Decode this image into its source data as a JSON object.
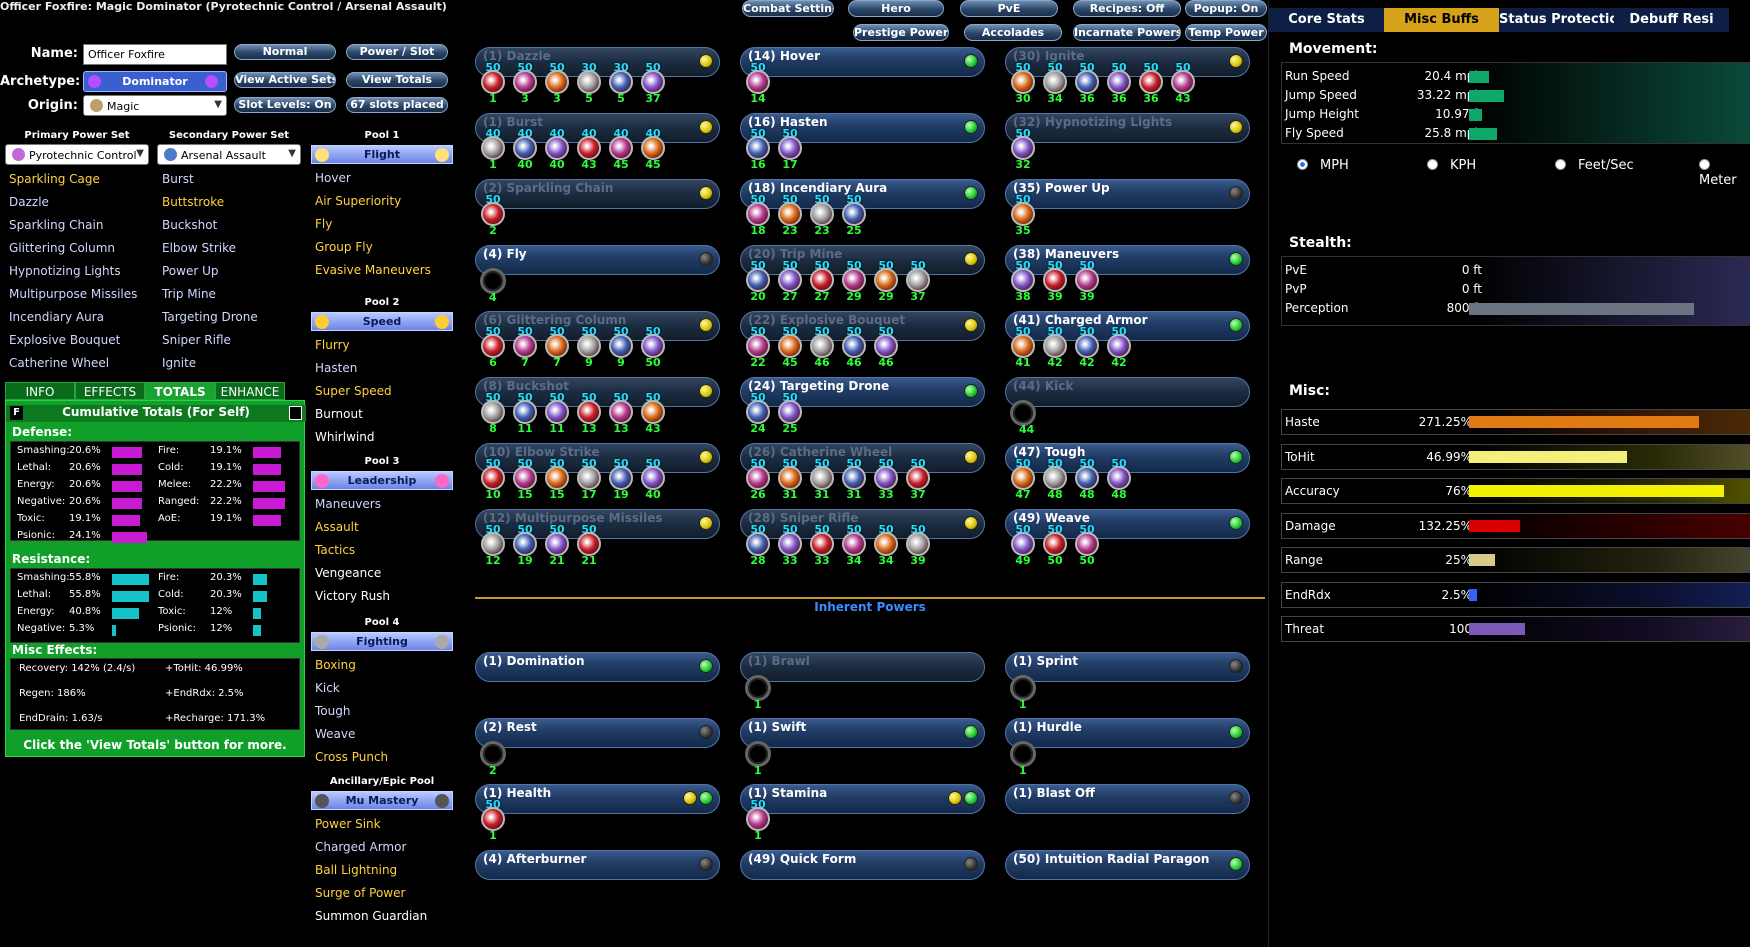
{
  "title": "Officer Foxfire: Magic Dominator (Pyrotechnic Control / Arsenal Assault)",
  "top_buttons": [
    "Combat Settings",
    "Hero",
    "PvE",
    "Recipes: Off",
    "Popup: On",
    "Prestige Powers",
    "Accolades",
    "Incarnate Powers",
    "Temp Power"
  ],
  "left_buttons": [
    "Normal",
    "Power / Slot",
    "View Active Sets",
    "View Totals",
    "Slot Levels: On",
    "67 slots placed"
  ],
  "labels": {
    "name": "Name:",
    "archetype": "Archetype:",
    "origin": "Origin:",
    "primary": "Primary Power Set",
    "secondary": "Secondary Power Set"
  },
  "name_value": "Officer Foxfire",
  "archetype_value": "Dominator",
  "origin_value": "Magic",
  "primary_value": "Pyrotechnic Control",
  "secondary_value": "Arsenal Assault",
  "primary_powers": [
    {
      "label": "Sparkling Cage",
      "picked": true
    },
    {
      "label": "Dazzle",
      "picked": false
    },
    {
      "label": "Sparkling Chain",
      "picked": false
    },
    {
      "label": "Glittering Column",
      "picked": false
    },
    {
      "label": "Hypnotizing Lights",
      "picked": false
    },
    {
      "label": "Multipurpose Missiles",
      "picked": false
    },
    {
      "label": "Incendiary Aura",
      "picked": false
    },
    {
      "label": "Explosive Bouquet",
      "picked": false
    },
    {
      "label": "Catherine Wheel",
      "picked": false
    }
  ],
  "secondary_powers": [
    {
      "label": "Burst",
      "picked": false
    },
    {
      "label": "Buttstroke",
      "picked": true
    },
    {
      "label": "Buckshot",
      "picked": false
    },
    {
      "label": "Elbow Strike",
      "picked": false
    },
    {
      "label": "Power Up",
      "picked": false
    },
    {
      "label": "Trip Mine",
      "picked": false
    },
    {
      "label": "Targeting Drone",
      "picked": false
    },
    {
      "label": "Sniper Rifle",
      "picked": false
    },
    {
      "label": "Ignite",
      "picked": false
    }
  ],
  "pools": [
    {
      "head": "Pool 1",
      "name": "Flight",
      "items": [
        {
          "label": "Hover",
          "c": "nopick"
        },
        {
          "label": "Air Superiority",
          "c": "pick"
        },
        {
          "label": "Fly",
          "c": "pick"
        },
        {
          "label": "Group Fly",
          "c": "pick"
        },
        {
          "label": "Evasive Maneuvers",
          "c": "pick"
        }
      ]
    },
    {
      "head": "Pool 2",
      "name": "Speed",
      "items": [
        {
          "label": "Flurry",
          "c": "pick"
        },
        {
          "label": "Hasten",
          "c": "nopick"
        },
        {
          "label": "Super Speed",
          "c": "pick"
        },
        {
          "label": "Burnout",
          "c": "nopick2"
        },
        {
          "label": "Whirlwind",
          "c": "nopick2"
        }
      ]
    },
    {
      "head": "Pool 3",
      "name": "Leadership",
      "items": [
        {
          "label": "Maneuvers",
          "c": "nopick"
        },
        {
          "label": "Assault",
          "c": "pick"
        },
        {
          "label": "Tactics",
          "c": "pick"
        },
        {
          "label": "Vengeance",
          "c": "nopick2"
        },
        {
          "label": "Victory Rush",
          "c": "nopick2"
        }
      ]
    },
    {
      "head": "Pool 4",
      "name": "Fighting",
      "items": [
        {
          "label": "Boxing",
          "c": "pick"
        },
        {
          "label": "Kick",
          "c": "nopick"
        },
        {
          "label": "Tough",
          "c": "nopick"
        },
        {
          "label": "Weave",
          "c": "nopick"
        },
        {
          "label": "Cross Punch",
          "c": "pick"
        }
      ]
    },
    {
      "head": "Ancillary/Epic Pool",
      "name": "Mu Mastery",
      "items": [
        {
          "label": "Power Sink",
          "c": "pick"
        },
        {
          "label": "Charged Armor",
          "c": "nopick"
        },
        {
          "label": "Ball Lightning",
          "c": "pick"
        },
        {
          "label": "Surge of Power",
          "c": "pick"
        },
        {
          "label": "Summon Guardian",
          "c": "nopick2"
        }
      ]
    }
  ],
  "tabs": [
    "INFO",
    "EFFECTS",
    "TOTALS",
    "ENHANCE"
  ],
  "totals": {
    "heading": "Cumulative Totals (For Self)",
    "f_button": "F",
    "defense_title": "Defense:",
    "defense": [
      {
        "l": "Smashing:",
        "v": "20.6%",
        "pct": 0.5
      },
      {
        "l": "Fire:",
        "v": "19.1%",
        "pct": 0.46
      },
      {
        "l": "Lethal:",
        "v": "20.6%",
        "pct": 0.5
      },
      {
        "l": "Cold:",
        "v": "19.1%",
        "pct": 0.46
      },
      {
        "l": "Energy:",
        "v": "20.6%",
        "pct": 0.5
      },
      {
        "l": "Melee:",
        "v": "22.2%",
        "pct": 0.53
      },
      {
        "l": "Negative:",
        "v": "20.6%",
        "pct": 0.5
      },
      {
        "l": "Ranged:",
        "v": "22.2%",
        "pct": 0.53
      },
      {
        "l": "Toxic:",
        "v": "19.1%",
        "pct": 0.46
      },
      {
        "l": "AoE:",
        "v": "19.1%",
        "pct": 0.46
      },
      {
        "l": "Psionic:",
        "v": "24.1%",
        "pct": 0.58
      }
    ],
    "resist_title": "Resistance:",
    "resist": [
      {
        "l": "Smashing:",
        "v": "55.8%",
        "pct": 0.62
      },
      {
        "l": "Fire:",
        "v": "20.3%",
        "pct": 0.23
      },
      {
        "l": "Lethal:",
        "v": "55.8%",
        "pct": 0.62
      },
      {
        "l": "Cold:",
        "v": "20.3%",
        "pct": 0.23
      },
      {
        "l": "Energy:",
        "v": "40.8%",
        "pct": 0.45
      },
      {
        "l": "Toxic:",
        "v": "12%",
        "pct": 0.13
      },
      {
        "l": "Negative:",
        "v": "5.3%",
        "pct": 0.06
      },
      {
        "l": "Psionic:",
        "v": "12%",
        "pct": 0.13
      }
    ],
    "misc_title": "Misc Effects:",
    "misc": [
      "Recovery: 142% (2.4/s)",
      "+ToHit: 46.99%",
      "Regen: 186%",
      "+EndRdx: 2.5%",
      "EndDrain: 1.63/s",
      "+Recharge: 171.3%"
    ],
    "footer": "Click the 'View Totals' button for more."
  },
  "slots": [
    {
      "name": "(1) Dazzle",
      "dim": true,
      "lamp": "y",
      "enh": [
        [
          "50",
          "1"
        ],
        [
          "50",
          "3"
        ],
        [
          "50",
          "3"
        ],
        [
          "30",
          "5"
        ],
        [
          "30",
          "5"
        ],
        [
          "50",
          "37"
        ]
      ]
    },
    {
      "name": "(14) Hover",
      "dim": false,
      "lamp": "g",
      "enh": [
        [
          "50",
          "14"
        ]
      ]
    },
    {
      "name": "(30) Ignite",
      "dim": true,
      "lamp": "y",
      "enh": [
        [
          "50",
          "30"
        ],
        [
          "50",
          "34"
        ],
        [
          "50",
          "36"
        ],
        [
          "50",
          "36"
        ],
        [
          "50",
          "36"
        ],
        [
          "50",
          "43"
        ]
      ]
    },
    {
      "name": "(1) Burst",
      "dim": true,
      "lamp": "y",
      "enh": [
        [
          "40",
          "1"
        ],
        [
          "40",
          "40"
        ],
        [
          "40",
          "40"
        ],
        [
          "40",
          "43"
        ],
        [
          "40",
          "45"
        ],
        [
          "40",
          "45"
        ]
      ]
    },
    {
      "name": "(16) Hasten",
      "dim": false,
      "lamp": "g",
      "enh": [
        [
          "50",
          "16"
        ],
        [
          "50",
          "17"
        ]
      ]
    },
    {
      "name": "(32) Hypnotizing Lights",
      "dim": true,
      "lamp": "y",
      "enh": [
        [
          "50",
          "32"
        ]
      ]
    },
    {
      "name": "(2) Sparkling Chain",
      "dim": true,
      "lamp": "y",
      "enh": [
        [
          "50",
          "2"
        ]
      ]
    },
    {
      "name": "(18) Incendiary Aura",
      "dim": false,
      "lamp": "g",
      "enh": [
        [
          "50",
          "18"
        ],
        [
          "50",
          "23"
        ],
        [
          "50",
          "23"
        ],
        [
          "50",
          "25"
        ]
      ]
    },
    {
      "name": "(35) Power Up",
      "dim": false,
      "lamp": "k",
      "enh": [
        [
          "50",
          "35"
        ]
      ]
    },
    {
      "name": "(4) Fly",
      "dim": false,
      "lamp": "k",
      "enh": [
        [
          "",
          "4"
        ]
      ]
    },
    {
      "name": "(20) Trip Mine",
      "dim": true,
      "lamp": "y",
      "enh": [
        [
          "50",
          "20"
        ],
        [
          "50",
          "27"
        ],
        [
          "50",
          "27"
        ],
        [
          "50",
          "29"
        ],
        [
          "50",
          "29"
        ],
        [
          "50",
          "37"
        ]
      ]
    },
    {
      "name": "(38) Maneuvers",
      "dim": false,
      "lamp": "g",
      "enh": [
        [
          "50",
          "38"
        ],
        [
          "50",
          "39"
        ],
        [
          "50",
          "39"
        ]
      ]
    },
    {
      "name": "(6) Glittering Column",
      "dim": true,
      "lamp": "y",
      "enh": [
        [
          "50",
          "6"
        ],
        [
          "50",
          "7"
        ],
        [
          "50",
          "7"
        ],
        [
          "50",
          "9"
        ],
        [
          "50",
          "9"
        ],
        [
          "50",
          "50"
        ]
      ]
    },
    {
      "name": "(22) Explosive Bouquet",
      "dim": true,
      "lamp": "y",
      "enh": [
        [
          "50",
          "22"
        ],
        [
          "50",
          "45"
        ],
        [
          "50",
          "46"
        ],
        [
          "50",
          "46"
        ],
        [
          "50",
          "46"
        ]
      ]
    },
    {
      "name": "(41) Charged Armor",
      "dim": false,
      "lamp": "g",
      "enh": [
        [
          "50",
          "41"
        ],
        [
          "50",
          "42"
        ],
        [
          "50",
          "42"
        ],
        [
          "50",
          "42"
        ]
      ]
    },
    {
      "name": "(8) Buckshot",
      "dim": true,
      "lamp": "y",
      "enh": [
        [
          "50",
          "8"
        ],
        [
          "50",
          "11"
        ],
        [
          "50",
          "11"
        ],
        [
          "50",
          "13"
        ],
        [
          "50",
          "13"
        ],
        [
          "50",
          "43"
        ]
      ]
    },
    {
      "name": "(24) Targeting Drone",
      "dim": false,
      "lamp": "g",
      "enh": [
        [
          "50",
          "24"
        ],
        [
          "50",
          "25"
        ]
      ]
    },
    {
      "name": "(44) Kick",
      "dim": true,
      "lamp": "",
      "enh": [
        [
          "",
          "44"
        ]
      ]
    },
    {
      "name": "(10) Elbow Strike",
      "dim": true,
      "lamp": "y",
      "enh": [
        [
          "50",
          "10"
        ],
        [
          "50",
          "15"
        ],
        [
          "50",
          "15"
        ],
        [
          "50",
          "17"
        ],
        [
          "50",
          "19"
        ],
        [
          "50",
          "40"
        ]
      ]
    },
    {
      "name": "(26) Catherine Wheel",
      "dim": true,
      "lamp": "y",
      "enh": [
        [
          "50",
          "26"
        ],
        [
          "50",
          "31"
        ],
        [
          "50",
          "31"
        ],
        [
          "50",
          "31"
        ],
        [
          "50",
          "33"
        ],
        [
          "50",
          "37"
        ]
      ]
    },
    {
      "name": "(47) Tough",
      "dim": false,
      "lamp": "g",
      "enh": [
        [
          "50",
          "47"
        ],
        [
          "50",
          "48"
        ],
        [
          "50",
          "48"
        ],
        [
          "50",
          "48"
        ]
      ]
    },
    {
      "name": "(12) Multipurpose Missiles",
      "dim": true,
      "lamp": "y",
      "enh": [
        [
          "50",
          "12"
        ],
        [
          "50",
          "19"
        ],
        [
          "50",
          "21"
        ],
        [
          "50",
          "21"
        ]
      ]
    },
    {
      "name": "(28) Sniper Rifle",
      "dim": true,
      "lamp": "y",
      "enh": [
        [
          "50",
          "28"
        ],
        [
          "50",
          "33"
        ],
        [
          "50",
          "33"
        ],
        [
          "50",
          "34"
        ],
        [
          "50",
          "34"
        ],
        [
          "50",
          "39"
        ]
      ]
    },
    {
      "name": "(49) Weave",
      "dim": false,
      "lamp": "g",
      "enh": [
        [
          "50",
          "49"
        ],
        [
          "50",
          "50"
        ],
        [
          "50",
          "50"
        ]
      ]
    }
  ],
  "inherent_title": "Inherent Powers",
  "inherent": [
    {
      "name": "(1) Domination",
      "dim": false,
      "lamps": [
        "g"
      ],
      "enh": []
    },
    {
      "name": "(1) Brawl",
      "dim": true,
      "lamps": [],
      "enh": [
        [
          "",
          "1"
        ]
      ]
    },
    {
      "name": "(1) Sprint",
      "dim": false,
      "lamps": [
        "k"
      ],
      "enh": [
        [
          "",
          "1"
        ]
      ]
    },
    {
      "name": "(2) Rest",
      "dim": false,
      "lamps": [
        "k"
      ],
      "enh": [
        [
          "",
          "2"
        ]
      ]
    },
    {
      "name": "(1) Swift",
      "dim": false,
      "lamps": [
        "g"
      ],
      "enh": [
        [
          "",
          "1"
        ]
      ]
    },
    {
      "name": "(1) Hurdle",
      "dim": false,
      "lamps": [
        "g"
      ],
      "enh": [
        [
          "",
          "1"
        ]
      ]
    },
    {
      "name": "(1) Health",
      "dim": false,
      "lamps": [
        "y",
        "g"
      ],
      "enh": [
        [
          "50",
          "1"
        ]
      ]
    },
    {
      "name": "(1) Stamina",
      "dim": false,
      "lamps": [
        "y",
        "g"
      ],
      "enh": [
        [
          "50",
          "1"
        ]
      ]
    },
    {
      "name": "(1) Blast Off",
      "dim": false,
      "lamps": [
        "k"
      ],
      "enh": []
    },
    {
      "name": "(4) Afterburner",
      "dim": false,
      "lamps": [
        "k"
      ],
      "enh": []
    },
    {
      "name": "(49) Quick Form",
      "dim": false,
      "lamps": [
        "k"
      ],
      "enh": []
    },
    {
      "name": "(50) Intuition Radial Paragon",
      "dim": false,
      "lamps": [
        "g"
      ],
      "enh": []
    }
  ],
  "right": {
    "tabs": [
      "Core Stats",
      "Misc Buffs",
      "Status Protection",
      "Debuff Resi"
    ],
    "movement_title": "Movement:",
    "movement": [
      {
        "l": "Run Speed",
        "v": "20.4 mph",
        "pct": 0.08
      },
      {
        "l": "Jump Speed",
        "v": "33.22 mph",
        "pct": 0.14
      },
      {
        "l": "Jump Height",
        "v": "10.97 ft",
        "pct": 0.05
      },
      {
        "l": "Fly Speed",
        "v": "25.8 mph",
        "pct": 0.11
      }
    ],
    "units": [
      "MPH",
      "KPH",
      "Feet/Sec",
      "Meter"
    ],
    "stealth_title": "Stealth:",
    "stealth": [
      {
        "l": "PvE",
        "v": "0 ft",
        "pct": 0
      },
      {
        "l": "PvP",
        "v": "0 ft",
        "pct": 0
      },
      {
        "l": "Perception",
        "v": "800 ft",
        "pct": 0.9
      }
    ],
    "misc_title": "Misc:",
    "misc": [
      {
        "l": "Haste",
        "v": "271.25%",
        "pct": 0.9,
        "color": "#e07a12",
        "bg": "#3a1a05"
      },
      {
        "l": "ToHit",
        "v": "46.99%",
        "pct": 0.62,
        "color": "#f4ee7a",
        "bg": "#2a2a08"
      },
      {
        "l": "Accuracy",
        "v": "76%",
        "pct": 1.0,
        "color": "#f2f200",
        "bg": "#2a2a00"
      },
      {
        "l": "Damage",
        "v": "132.25%",
        "pct": 0.2,
        "color": "#d80000",
        "bg": "#300000"
      },
      {
        "l": "Range",
        "v": "25%",
        "pct": 0.1,
        "color": "#d6cb8e",
        "bg": "#25230f"
      },
      {
        "l": "EndRdx",
        "v": "2.5%",
        "pct": 0.03,
        "color": "#3a5fff",
        "bg": "#0c1030"
      },
      {
        "l": "Threat",
        "v": "100",
        "pct": 0.22,
        "color": "#7b5ab8",
        "bg": "#140c25"
      }
    ]
  }
}
